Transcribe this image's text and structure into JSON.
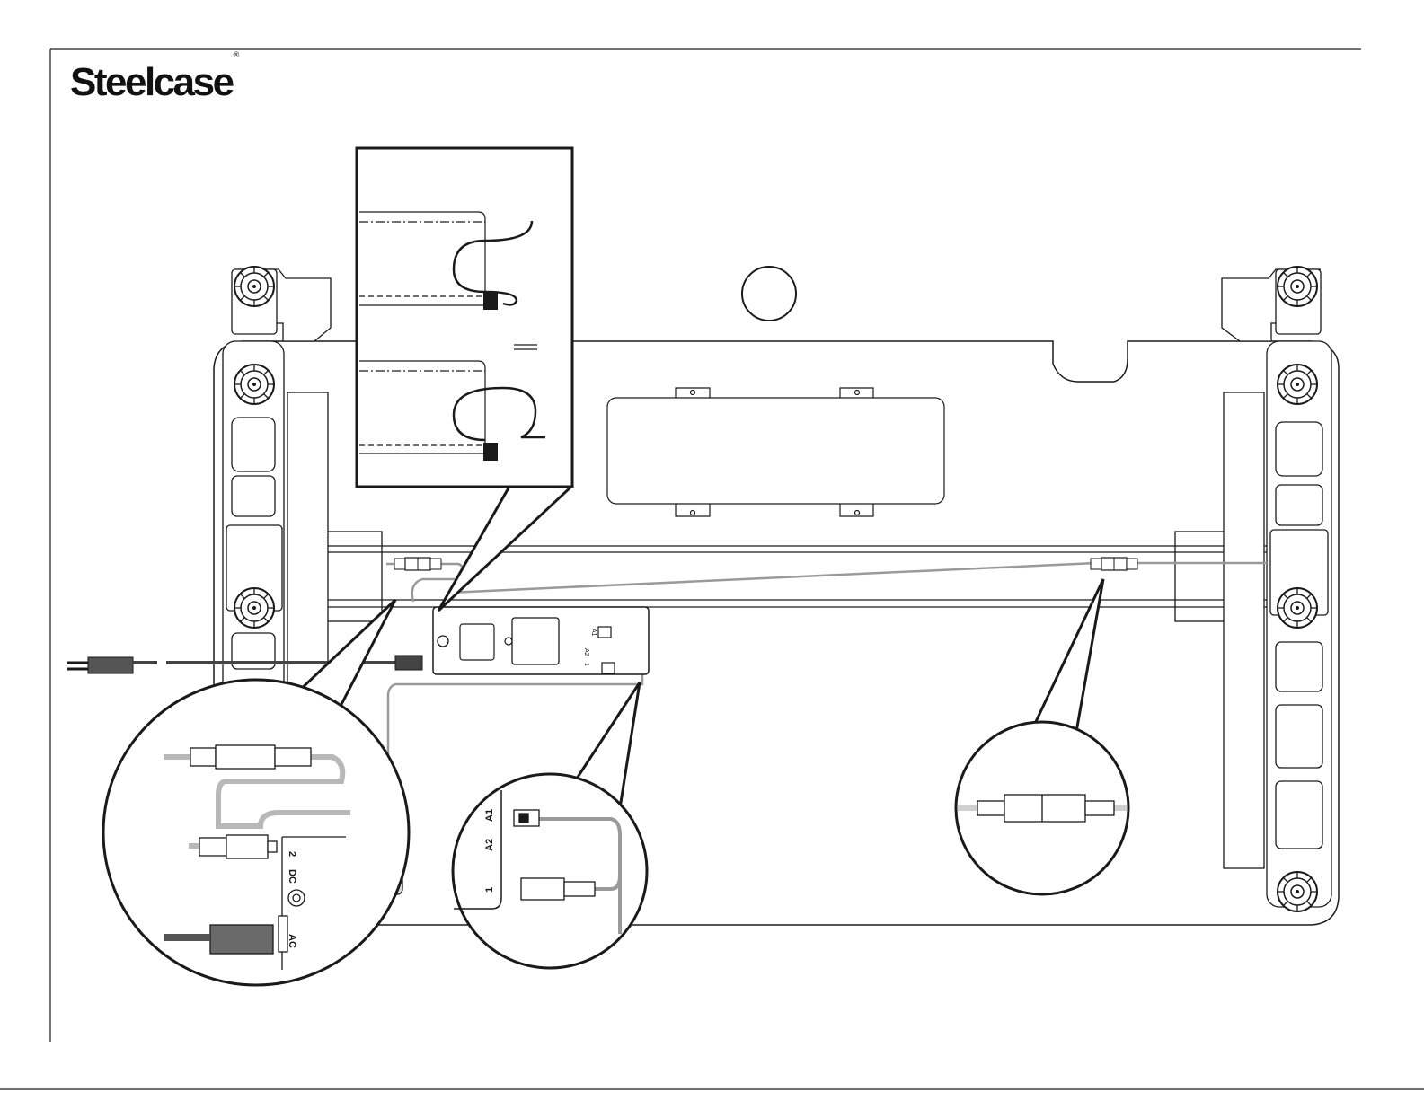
{
  "brand": {
    "name": "Steelcase",
    "registered_mark": "®"
  },
  "control_box": {
    "label_a2": "A2",
    "label_a1": "A1",
    "label_1": "1"
  },
  "callout_ports": {
    "a1": "A1",
    "a2": "A2",
    "port_1": "1"
  },
  "callout_power": {
    "port_2": "2",
    "dc": "DC",
    "ac": "AC"
  },
  "colors": {
    "line": "#1a1a1a",
    "cable_gray": "#9a9a9a",
    "cable_light": "#cfcfcf",
    "background": "#ffffff"
  }
}
